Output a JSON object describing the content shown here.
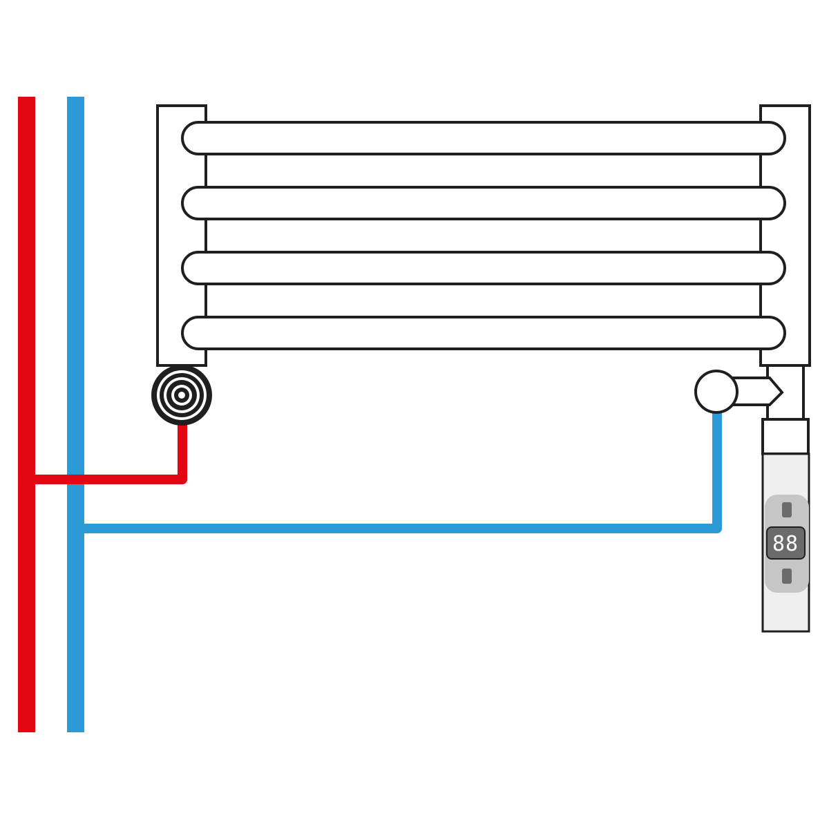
{
  "diagram": {
    "colors": {
      "supply": "#e30613",
      "return": "#2b9ad6",
      "outline": "#1f1f1f",
      "element_body": "#efefef",
      "control_panel": "#c6c6c6",
      "display": "#6b6b6b"
    },
    "rails": 4,
    "heating_element": {
      "display_readout": "88",
      "buttons": [
        "up-button",
        "down-button"
      ]
    }
  }
}
